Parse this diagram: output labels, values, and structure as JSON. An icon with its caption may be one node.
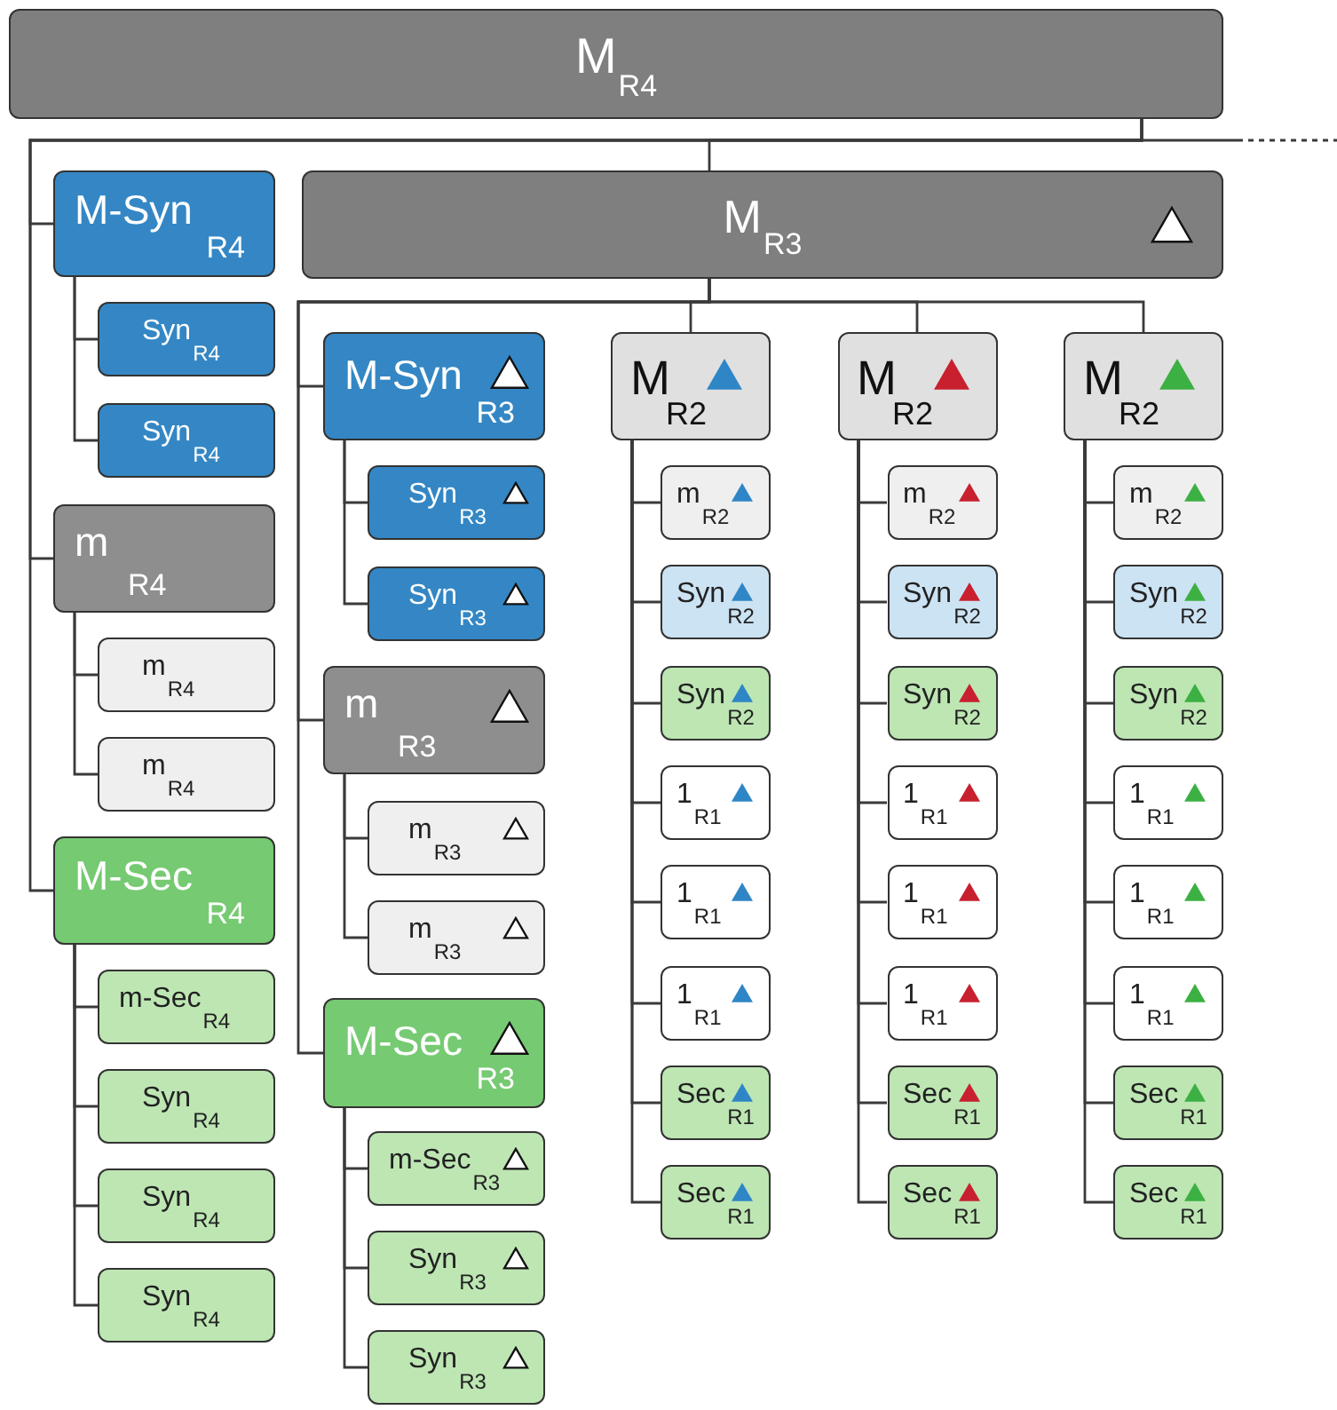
{
  "diagram": {
    "nodes": [
      {
        "text": [
          "M",
          "R4"
        ]
      },
      {
        "text": [
          "M-Syn",
          "R4"
        ]
      },
      {
        "text": [
          "Syn",
          "R4"
        ]
      },
      {
        "text": [
          "Syn",
          "R4"
        ]
      },
      {
        "text": [
          "m",
          "R4"
        ]
      },
      {
        "text": [
          "m",
          "R4"
        ]
      },
      {
        "text": [
          "m",
          "R4"
        ]
      },
      {
        "text": [
          "M-Sec",
          "R4"
        ]
      },
      {
        "text": [
          "m-Sec",
          "R4"
        ]
      },
      {
        "text": [
          "Syn",
          "R4"
        ]
      },
      {
        "text": [
          "Syn",
          "R4"
        ]
      },
      {
        "text": [
          "Syn",
          "R4"
        ]
      },
      {
        "text": [
          "M",
          "R3"
        ]
      },
      {
        "text": [
          "M-Syn",
          "R3"
        ]
      },
      {
        "text": [
          "Syn",
          "R3"
        ]
      },
      {
        "text": [
          "Syn",
          "R3"
        ]
      },
      {
        "text": [
          "m",
          "R3"
        ]
      },
      {
        "text": [
          "m",
          "R3"
        ]
      },
      {
        "text": [
          "m",
          "R3"
        ]
      },
      {
        "text": [
          "M-Sec",
          "R3"
        ]
      },
      {
        "text": [
          "m-Sec",
          "R3"
        ]
      },
      {
        "text": [
          "Syn",
          "R3"
        ]
      },
      {
        "text": [
          "Syn",
          "R3"
        ]
      },
      {
        "text": [
          "M",
          "R2"
        ]
      },
      {
        "text": [
          "m",
          "R2"
        ]
      },
      {
        "text": [
          "Syn",
          "R2"
        ]
      },
      {
        "text": [
          "Syn",
          "R2"
        ]
      },
      {
        "text": [
          "1",
          "R1"
        ]
      },
      {
        "text": [
          "1",
          "R1"
        ]
      },
      {
        "text": [
          "1",
          "R1"
        ]
      },
      {
        "text": [
          "Sec",
          "R1"
        ]
      },
      {
        "text": [
          "Sec",
          "R1"
        ]
      },
      {
        "text": [
          "M",
          "R2"
        ]
      },
      {
        "text": [
          "m",
          "R2"
        ]
      },
      {
        "text": [
          "Syn",
          "R2"
        ]
      },
      {
        "text": [
          "Syn",
          "R2"
        ]
      },
      {
        "text": [
          "1",
          "R1"
        ]
      },
      {
        "text": [
          "1",
          "R1"
        ]
      },
      {
        "text": [
          "1",
          "R1"
        ]
      },
      {
        "text": [
          "Sec",
          "R1"
        ]
      },
      {
        "text": [
          "Sec",
          "R1"
        ]
      },
      {
        "text": [
          "M",
          "R2"
        ]
      },
      {
        "text": [
          "m",
          "R2"
        ]
      },
      {
        "text": [
          "Syn",
          "R2"
        ]
      },
      {
        "text": [
          "Syn",
          "R2"
        ]
      },
      {
        "text": [
          "1",
          "R1"
        ]
      },
      {
        "text": [
          "1",
          "R1"
        ]
      },
      {
        "text": [
          "1",
          "R1"
        ]
      },
      {
        "text": [
          "Sec",
          "R1"
        ]
      },
      {
        "text": [
          "Sec",
          "R1"
        ]
      }
    ],
    "edges": [
      {
        "from": 0,
        "to": 1,
        "arrow": "none"
      },
      {
        "from": 1,
        "to": 2,
        "arrow": "none"
      },
      {
        "from": 1,
        "to": 3,
        "arrow": "none"
      },
      {
        "from": 0,
        "to": 4,
        "arrow": "none"
      },
      {
        "from": 4,
        "to": 5,
        "arrow": "none"
      },
      {
        "from": 4,
        "to": 6,
        "arrow": "none"
      },
      {
        "from": 0,
        "to": 7,
        "arrow": "none"
      },
      {
        "from": 7,
        "to": 8,
        "arrow": "none"
      },
      {
        "from": 7,
        "to": 9,
        "arrow": "none"
      },
      {
        "from": 7,
        "to": 10,
        "arrow": "none"
      },
      {
        "from": 7,
        "to": 11,
        "arrow": "none"
      },
      {
        "from": 0,
        "to": 12,
        "arrow": "none"
      },
      {
        "from": 12,
        "to": 13,
        "arrow": "none"
      },
      {
        "from": 13,
        "to": 14,
        "arrow": "none"
      },
      {
        "from": 13,
        "to": 15,
        "arrow": "none"
      },
      {
        "from": 12,
        "to": 16,
        "arrow": "none"
      },
      {
        "from": 16,
        "to": 17,
        "arrow": "none"
      },
      {
        "from": 16,
        "to": 18,
        "arrow": "none"
      },
      {
        "from": 12,
        "to": 19,
        "arrow": "none"
      },
      {
        "from": 19,
        "to": 20,
        "arrow": "none"
      },
      {
        "from": 19,
        "to": 21,
        "arrow": "none"
      },
      {
        "from": 19,
        "to": 22,
        "arrow": "none"
      },
      {
        "from": 12,
        "to": 23,
        "arrow": "none"
      },
      {
        "from": 23,
        "to": 24,
        "arrow": "none"
      },
      {
        "from": 23,
        "to": 25,
        "arrow": "none"
      },
      {
        "from": 23,
        "to": 26,
        "arrow": "none"
      },
      {
        "from": 23,
        "to": 27,
        "arrow": "none"
      },
      {
        "from": 23,
        "to": 28,
        "arrow": "none"
      },
      {
        "from": 23,
        "to": 29,
        "arrow": "none"
      },
      {
        "from": 23,
        "to": 30,
        "arrow": "none"
      },
      {
        "from": 23,
        "to": 31,
        "arrow": "none"
      },
      {
        "from": 12,
        "to": 32,
        "arrow": "none"
      },
      {
        "from": 32,
        "to": 33,
        "arrow": "none"
      },
      {
        "from": 32,
        "to": 34,
        "arrow": "none"
      },
      {
        "from": 32,
        "to": 35,
        "arrow": "none"
      },
      {
        "from": 32,
        "to": 36,
        "arrow": "none"
      },
      {
        "from": 32,
        "to": 37,
        "arrow": "none"
      },
      {
        "from": 32,
        "to": 38,
        "arrow": "none"
      },
      {
        "from": 32,
        "to": 39,
        "arrow": "none"
      },
      {
        "from": 32,
        "to": 40,
        "arrow": "none"
      },
      {
        "from": 12,
        "to": 41,
        "arrow": "none"
      },
      {
        "from": 41,
        "to": 42,
        "arrow": "none"
      },
      {
        "from": 41,
        "to": 43,
        "arrow": "none"
      },
      {
        "from": 41,
        "to": 44,
        "arrow": "none"
      },
      {
        "from": 41,
        "to": 45,
        "arrow": "none"
      },
      {
        "from": 41,
        "to": 46,
        "arrow": "none"
      },
      {
        "from": 41,
        "to": 47,
        "arrow": "none"
      },
      {
        "from": 41,
        "to": 48,
        "arrow": "none"
      },
      {
        "from": 41,
        "to": 49,
        "arrow": "none"
      },
      {
        "from": 0,
        "to": null,
        "arrow": "none",
        "style": "dashed"
      }
    ]
  }
}
